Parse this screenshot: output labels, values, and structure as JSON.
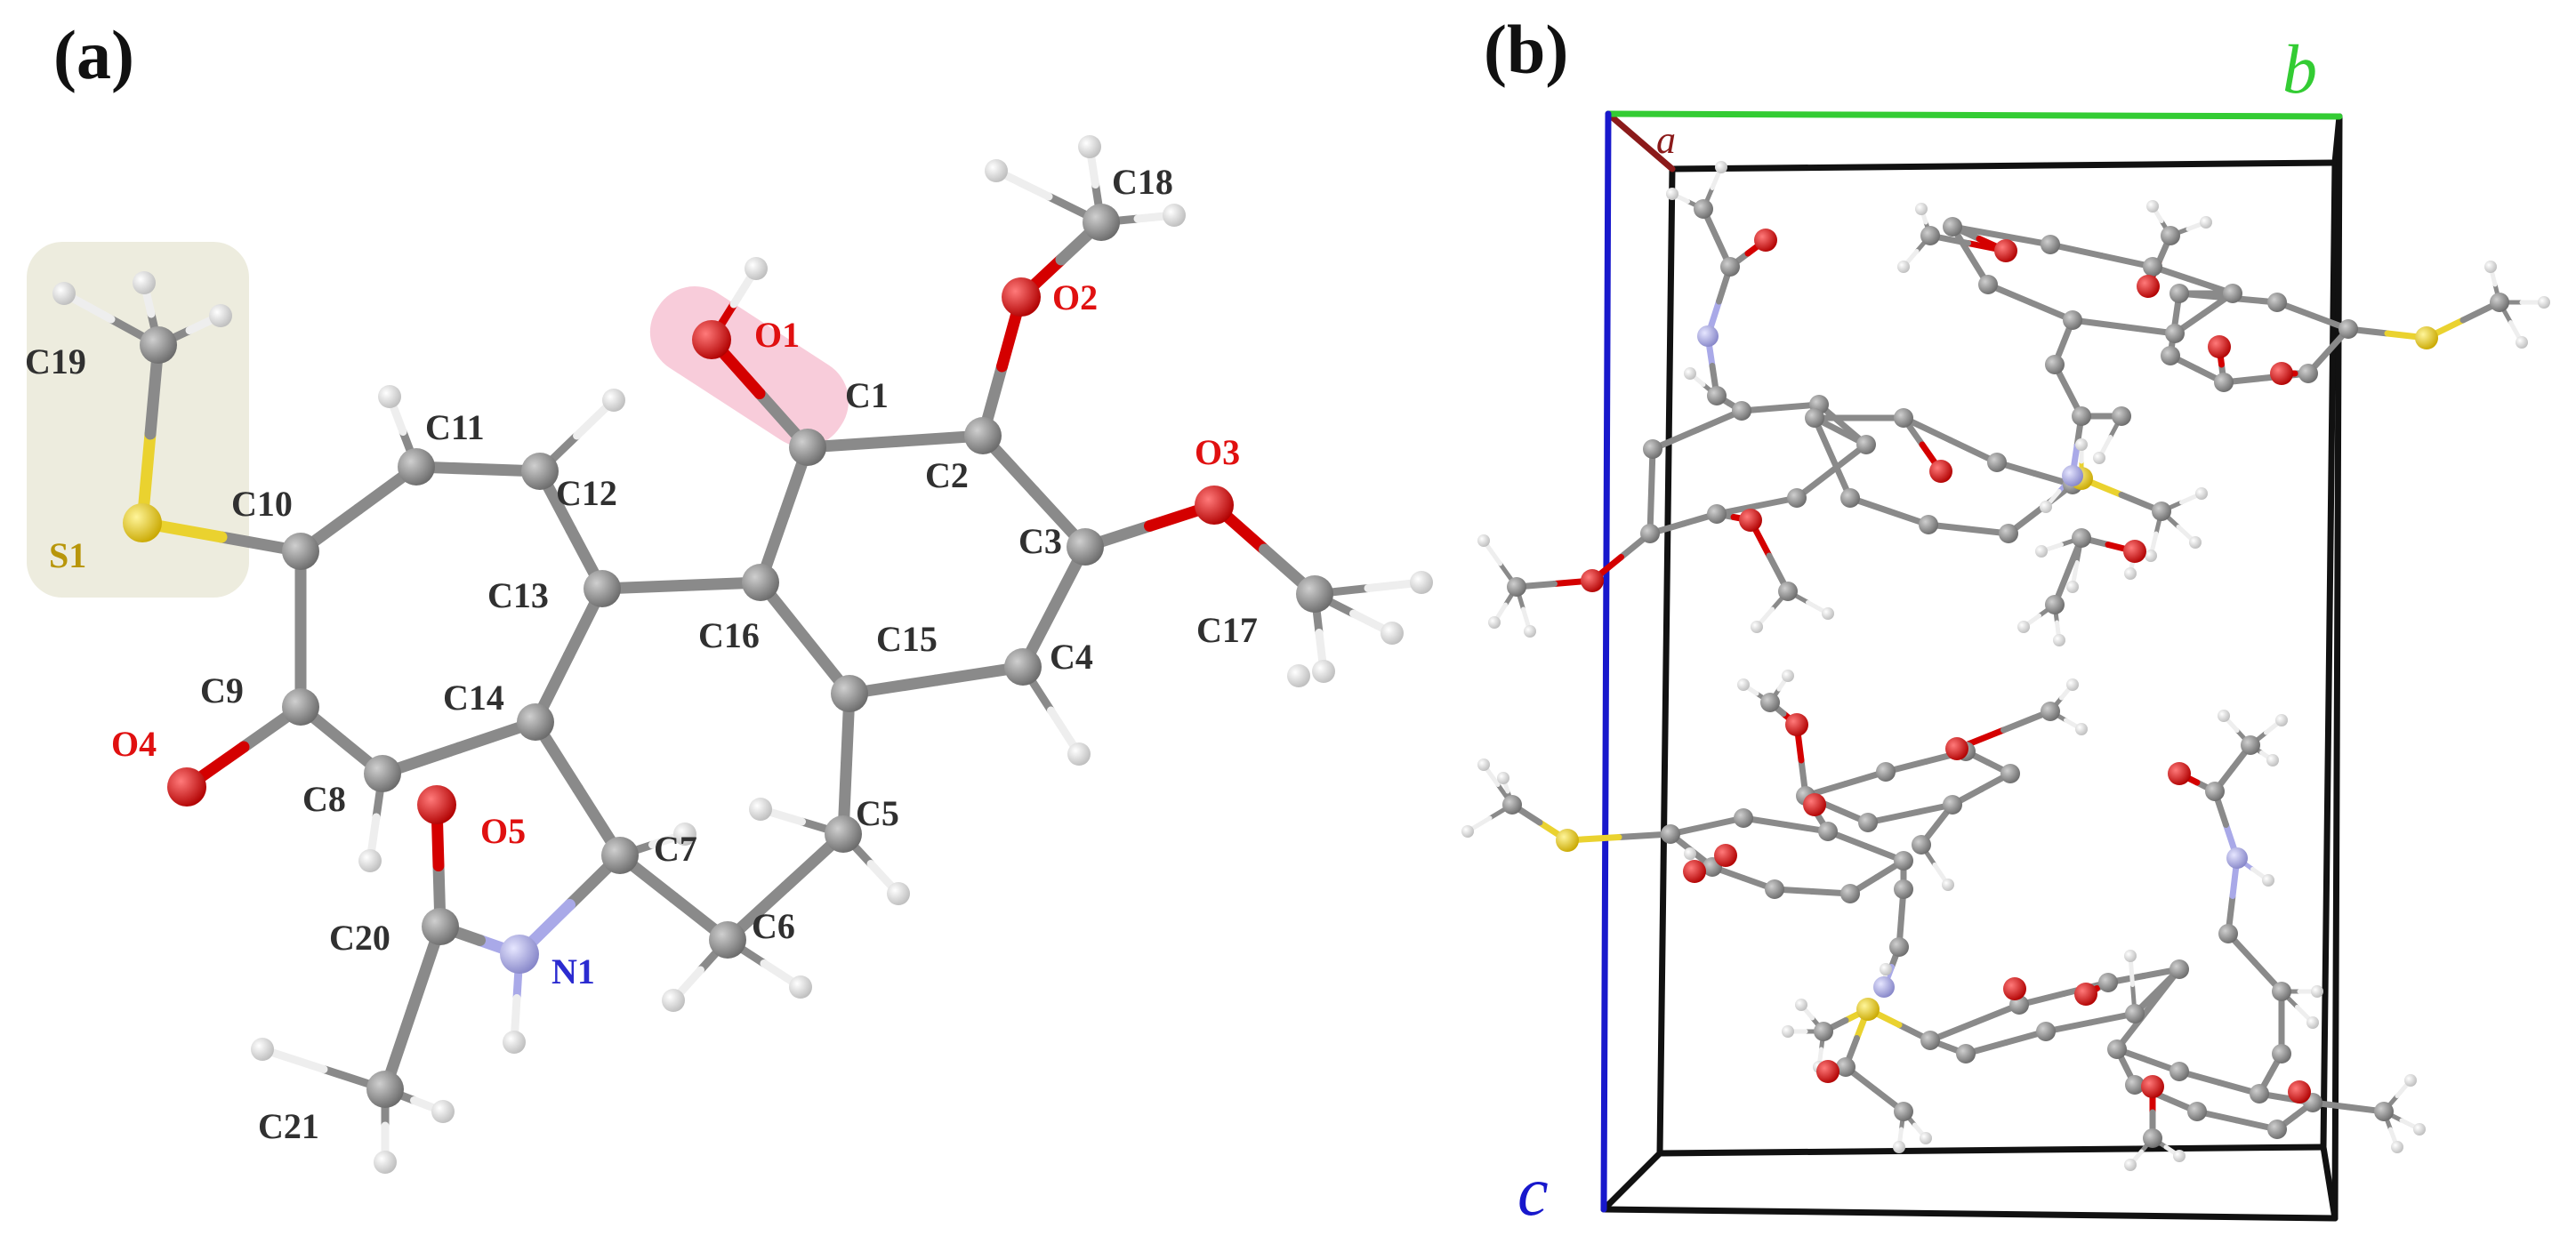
{
  "panels": [
    {
      "label": "(a)"
    },
    {
      "label": "(b)"
    }
  ],
  "colors": {
    "carbon": "#8a8a8a",
    "oxygen": "#d40000",
    "nitrogen": "#a9a9e8",
    "sulfur": "#ead22f",
    "hydrogen": "#eeeeee",
    "label_carbon": "#303030",
    "label_oxygen": "#e01010",
    "label_nitrogen": "#2b2bd0",
    "label_sulfur": "#b8960a",
    "axis_a": "#8b1a1a",
    "axis_b": "#33cc33",
    "axis_c": "#1818cc",
    "highlight_hydroxyl": "#f7c6d6",
    "highlight_thiomethyl": "#ecebdc"
  },
  "atom_labels": {
    "C1": "C1",
    "C2": "C2",
    "C3": "C3",
    "C4": "C4",
    "C5": "C5",
    "C6": "C6",
    "C7": "C7",
    "C8": "C8",
    "C9": "C9",
    "C10": "C10",
    "C11": "C11",
    "C12": "C12",
    "C13": "C13",
    "C14": "C14",
    "C15": "C15",
    "C16": "C16",
    "C17": "C17",
    "C18": "C18",
    "C19": "C19",
    "C20": "C20",
    "C21": "C21",
    "O1": "O1",
    "O2": "O2",
    "O3": "O3",
    "O4": "O4",
    "O5": "O5",
    "N1": "N1",
    "S1": "S1"
  },
  "axes": {
    "a": "a",
    "b": "b",
    "c": "c"
  }
}
